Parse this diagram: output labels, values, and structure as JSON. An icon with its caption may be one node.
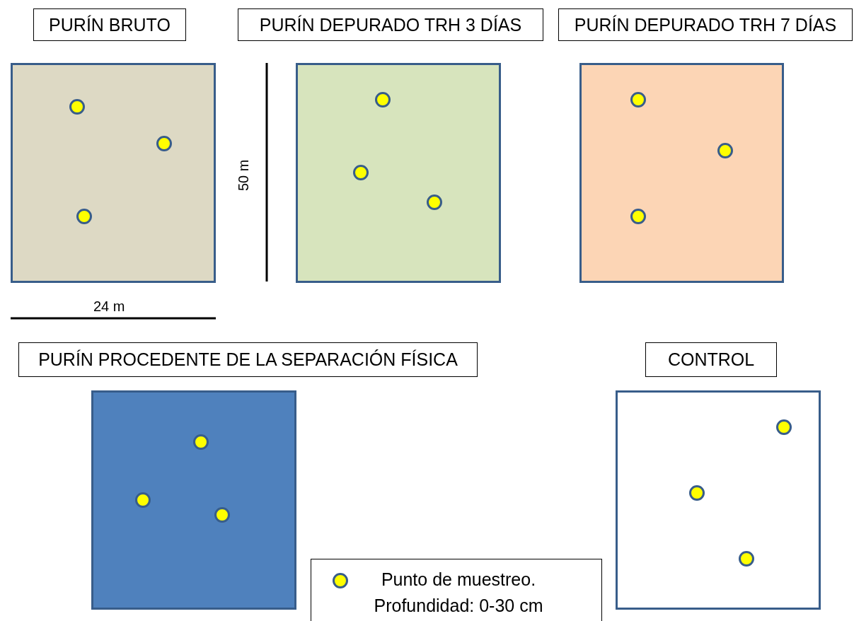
{
  "diagram": {
    "nodes": [
      {
        "text": [
          "PURÍN BRUTO"
        ]
      },
      {
        "text": [
          "PURÍN DEPURADO TRH 3 DÍAS"
        ]
      },
      {
        "text": [
          "PURÍN DEPURADO TRH 7 DÍAS"
        ]
      },
      {
        "text": [],
        "shape": "box"
      },
      {
        "text": [],
        "shape": "circle",
        "in": 3
      },
      {
        "text": [],
        "shape": "circle",
        "in": 3
      },
      {
        "text": [],
        "shape": "circle",
        "in": 3
      },
      {
        "text": [],
        "shape": "box"
      },
      {
        "text": [],
        "shape": "circle",
        "in": 7
      },
      {
        "text": [],
        "shape": "circle",
        "in": 7
      },
      {
        "text": [],
        "shape": "circle",
        "in": 7
      },
      {
        "text": [],
        "shape": "box"
      },
      {
        "text": [],
        "shape": "circle",
        "in": 11
      },
      {
        "text": [],
        "shape": "circle",
        "in": 11
      },
      {
        "text": [],
        "shape": "circle",
        "in": 11
      },
      {
        "text": [
          "PURÍN PROCEDENTE DE LA SEPARACIÓN FÍSICA"
        ]
      },
      {
        "text": [
          "CONTROL"
        ]
      },
      {
        "text": [],
        "shape": "box"
      },
      {
        "text": [],
        "shape": "circle",
        "in": 17
      },
      {
        "text": [],
        "shape": "circle",
        "in": 17
      },
      {
        "text": [],
        "shape": "circle",
        "in": 17
      },
      {
        "text": [],
        "shape": "box"
      },
      {
        "text": [],
        "shape": "circle",
        "in": 21
      },
      {
        "text": [],
        "shape": "circle",
        "in": 21
      },
      {
        "text": [],
        "shape": "circle",
        "in": 21
      }
    ],
    "labels": [
      "50 m",
      "24 m"
    ],
    "legend": [
      {
        "text": "Punto de muestreo. Profundidad: 0-30 cm"
      }
    ]
  }
}
